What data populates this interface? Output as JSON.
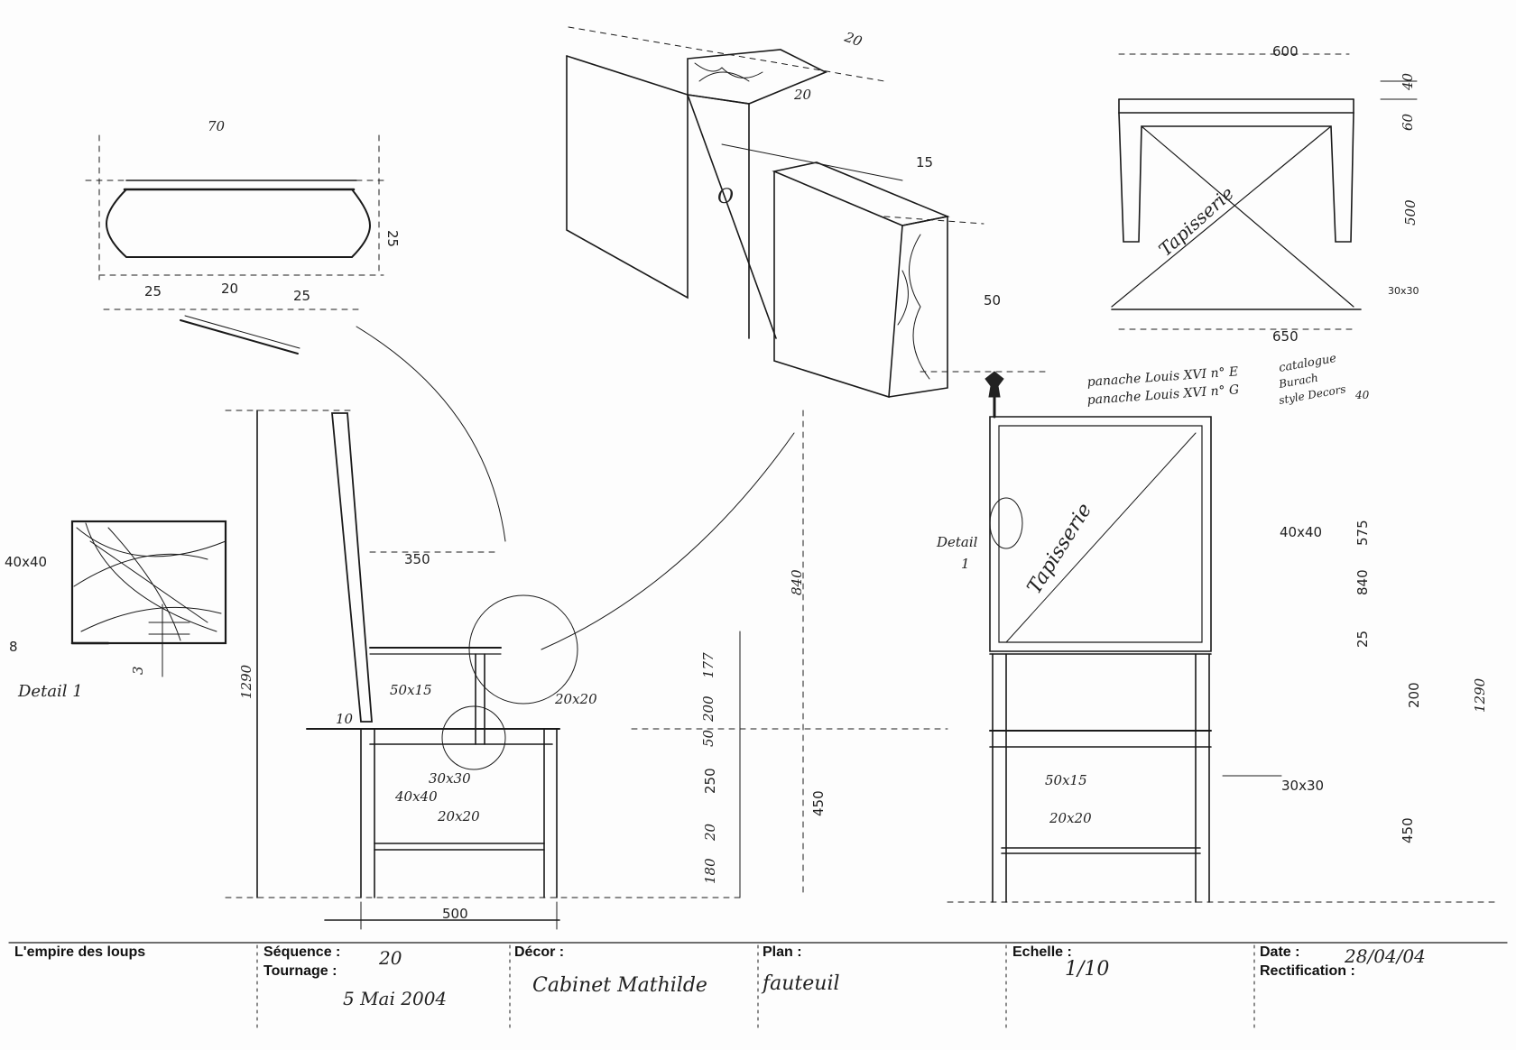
{
  "top_profile": {
    "width": "70",
    "height": "25",
    "segments": [
      "25",
      "20",
      "25"
    ]
  },
  "joint_detail": {
    "top_a": "20",
    "top_b": "20",
    "tenon": "15",
    "depth": "50",
    "mark": "O"
  },
  "small_frame": {
    "top_width": "600",
    "bottom_width": "650",
    "dim_a": "40",
    "dim_b": "60",
    "height": "500",
    "corner": "30x30",
    "label": "Tapisserie"
  },
  "panache_notes": [
    "panache Louis XVI n° E",
    "panache Louis XVI n° G"
  ],
  "panache_refs": [
    "catalogue",
    "Burach",
    "style Decors"
  ],
  "panache_dim": "40",
  "detail_section": {
    "size": "40x40",
    "dim_8": "8",
    "dim_3": "3",
    "label": "Detail 1"
  },
  "side_view": {
    "total_height": "1290",
    "arm_depth": "350",
    "back_height": "840",
    "seat_height": "450",
    "width": "500",
    "rail": "50x15",
    "post": "20x20",
    "section_a": "30x30",
    "section_b": "40x40",
    "stretcher": "20x20",
    "angle": "10",
    "chain_dims": [
      "177",
      "200",
      "50",
      "250",
      "20",
      "180"
    ]
  },
  "front_view": {
    "detail_label": "Detail",
    "detail_num": "1",
    "label": "Tapisserie",
    "post": "40x40",
    "leg": "30x30",
    "rail": "50x15",
    "stretcher": "20x20",
    "dims_right": [
      "575",
      "840",
      "25",
      "200",
      "450"
    ],
    "total": "1290",
    "top_dim": "40"
  },
  "title_block": {
    "project": "L'empire des loups",
    "sequence_label": "Séquence :",
    "sequence_value": "20",
    "tournage_label": "Tournage :",
    "tournage_value": "5 Mai 2004",
    "decor_label": "Décor :",
    "decor_value": "Cabinet Mathilde",
    "plan_label": "Plan :",
    "plan_value": "fauteuil",
    "echelle_label": "Echelle :",
    "echelle_value": "1/10",
    "date_label": "Date :",
    "date_value": "28/04/04",
    "rectification_label": "Rectification :"
  }
}
